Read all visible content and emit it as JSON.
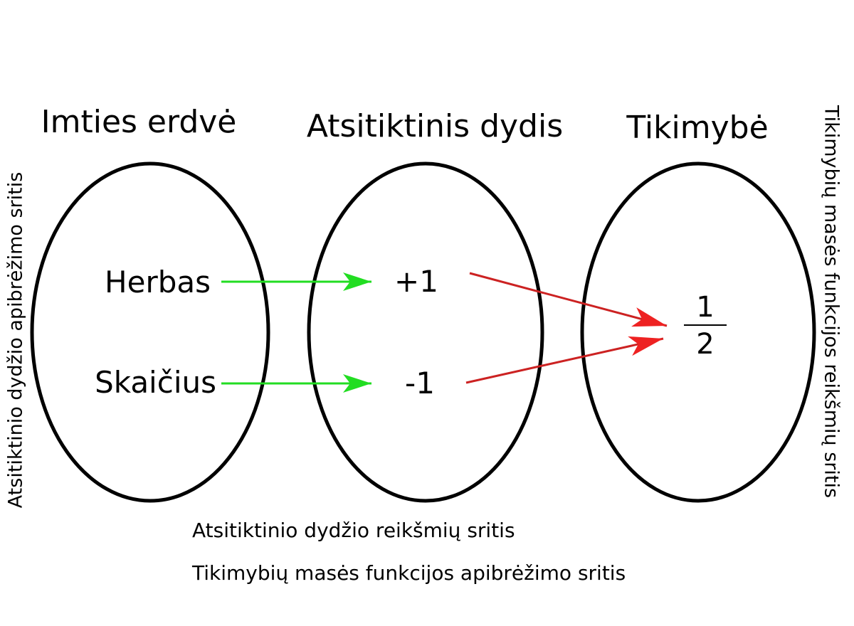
{
  "titles": {
    "sample_space": "Imties erdvė",
    "random_variable": "Atsitiktinis dydis",
    "probability": "Tikimybė"
  },
  "sample_space": {
    "outcomes": [
      "Herbas",
      "Skaičius"
    ]
  },
  "random_variable": {
    "values": [
      "+1",
      "-1"
    ]
  },
  "probability": {
    "fraction": {
      "numerator": "1",
      "denominator": "2"
    }
  },
  "side_labels": {
    "left": "Atsitiktinio dydžio apibrėžimo sritis",
    "right": "Tikimybių masės funkcijos reikšmių sritis"
  },
  "bottom_captions": [
    "Atsitiktinio dydžio reikšmių sritis",
    "Tikimybių masės funkcijos apibrėžimo sritis"
  ],
  "colors": {
    "ellipse_stroke": "#000000",
    "green_arrow": "#22dd22",
    "red_arrow": "#dd2222",
    "red_arrowhead": "#ee2222",
    "background": "#ffffff"
  },
  "mappings": [
    {
      "from": "Herbas",
      "to": "+1",
      "color": "green"
    },
    {
      "from": "Skaičius",
      "to": "-1",
      "color": "green"
    },
    {
      "from": "+1",
      "to": "1/2",
      "color": "red"
    },
    {
      "from": "-1",
      "to": "1/2",
      "color": "red"
    }
  ]
}
